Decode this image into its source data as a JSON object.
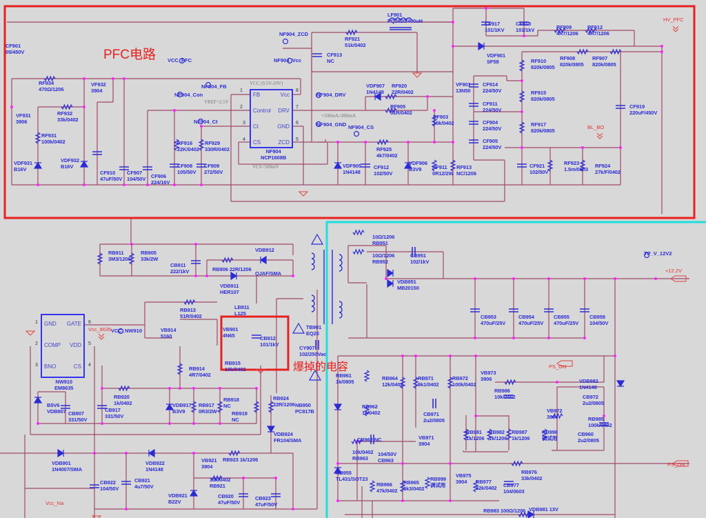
{
  "annotations": {
    "pfc_title": "PFC电路",
    "blown_cap": "爆掉的电容"
  },
  "colors": {
    "wire": "#a04868",
    "junction": "#ff22ff",
    "component": "#2b2bd6",
    "pfc_box": "#e82020",
    "secondary_box": "#22dddd",
    "netlabel": "#e83030"
  },
  "ic_pfc": {
    "ref": "NF904",
    "part": "NCP1608B",
    "pins_left": [
      "FB",
      "Control",
      "Ct",
      "CS"
    ],
    "pins_right": [
      "Vcc",
      "DRV",
      "GND",
      "ZCD"
    ],
    "pin_nums_left": [
      "1",
      "2",
      "3",
      "4"
    ],
    "pin_nums_right": [
      "8",
      "7",
      "6",
      "5"
    ]
  },
  "ic_pwm": {
    "ref": "NW910",
    "part": "EM8635",
    "pins_left": [
      "GND",
      "COMP",
      "BNO"
    ],
    "pins_right": [
      "GATE",
      "VDD",
      "CS"
    ],
    "pin_nums_left": [
      "1",
      "2",
      "3"
    ],
    "pin_nums_right": [
      "6",
      "5",
      "4"
    ]
  },
  "notes": [
    "VCC (9.5V-20V)",
    "VREF=2.5V",
    "VCS=500mV",
    "+500mA/-800mA"
  ],
  "nets": [
    "VCC_PFC",
    "NF904_FB",
    "NF904_Con",
    "NF904_Ct",
    "NF904_Vcc",
    "NF904_ZCD",
    "NF904_DRV",
    "NF904_GND",
    "NF904_CS",
    "VCC_NW910",
    "TP_V_12V2"
  ],
  "red_nets": [
    "HV_PFC",
    "BL_BO",
    "Vcc_8635",
    "Vcc_Na",
    "+12.2V",
    "PS_ON",
    "PS_ON"
  ],
  "components": [
    {
      "ref": "CF901",
      "value": "05/450V"
    },
    {
      "ref": "RF934",
      "value": "470Ω/1206"
    },
    {
      "ref": "VF932",
      "value": "3904"
    },
    {
      "ref": "VF931",
      "value": "3906"
    },
    {
      "ref": "RF932",
      "value": "33k/0402"
    },
    {
      "ref": "RF931",
      "value": "100k/0402"
    },
    {
      "ref": "VDF931",
      "value": "B16V"
    },
    {
      "ref": "VDF932",
      "value": "B16V"
    },
    {
      "ref": "CF910",
      "value": "47uF/50V"
    },
    {
      "ref": "CF907",
      "value": "104/50V"
    },
    {
      "ref": "CF906",
      "value": "224/16V"
    },
    {
      "ref": "CF908",
      "value": "105/50V"
    },
    {
      "ref": "CF909",
      "value": "272/50V"
    },
    {
      "ref": "RF916",
      "value": "22K/0402"
    },
    {
      "ref": "RF929",
      "value": "330R/0402"
    },
    {
      "ref": "RF921",
      "value": "51k/0402"
    },
    {
      "ref": "LF901",
      "value": "PQ2620/400uH"
    },
    {
      "ref": "CF913",
      "value": "NC"
    },
    {
      "ref": "CF917",
      "value": "101/1KV"
    },
    {
      "ref": "CF918",
      "value": "101/1kV"
    },
    {
      "ref": "RF909",
      "value": "4R7/1206"
    },
    {
      "ref": "RF912",
      "value": "4R7/1206"
    },
    {
      "ref": "VDF901",
      "value": "SF58"
    },
    {
      "ref": "RF910",
      "value": "820k/0805"
    },
    {
      "ref": "RF908",
      "value": "820k/0805"
    },
    {
      "ref": "RF907",
      "value": "820k/0805"
    },
    {
      "ref": "VDF907",
      "value": "1N4148"
    },
    {
      "ref": "RF920",
      "value": "22R/0402"
    },
    {
      "ref": "RF905",
      "value": "51R/0402"
    },
    {
      "ref": "VF901",
      "value": "13N50"
    },
    {
      "ref": "CF914",
      "value": "224/50V"
    },
    {
      "ref": "CF911",
      "value": "224/50V"
    },
    {
      "ref": "CF904",
      "value": "224/50V"
    },
    {
      "ref": "CF905",
      "value": "224/50V"
    },
    {
      "ref": "RF915",
      "value": "820k/0805"
    },
    {
      "ref": "RF917",
      "value": "820k/0805"
    },
    {
      "ref": "RF903",
      "value": "10k/0402"
    },
    {
      "ref": "RF925",
      "value": "4k7/0402"
    },
    {
      "ref": "VDF905",
      "value": "1N4148"
    },
    {
      "ref": "CF912",
      "value": "102/50V"
    },
    {
      "ref": "VDF906",
      "value": "B3V9"
    },
    {
      "ref": "RF911",
      "value": "0R12/2W"
    },
    {
      "ref": "RF913",
      "value": "NC/1206"
    },
    {
      "ref": "CF919",
      "value": "220uF/450V"
    },
    {
      "ref": "CF921",
      "value": "102/50V"
    },
    {
      "ref": "RF923",
      "value": "1.5m/0603"
    },
    {
      "ref": "RF924",
      "value": "27k/F/0402"
    },
    {
      "ref": "RB911",
      "value": "3M3/1206"
    },
    {
      "ref": "RB905",
      "value": "33k/2W"
    },
    {
      "ref": "CB911",
      "value": "222/1kV"
    },
    {
      "ref": "RB906 22R/1206",
      "value": ""
    },
    {
      "ref": "VDB912",
      "value": ""
    },
    {
      "ref": "QJAF/SMA",
      "value": ""
    },
    {
      "ref": "VDB911",
      "value": "HER107"
    },
    {
      "ref": "LB911",
      "value": "L125"
    },
    {
      "ref": "TB901",
      "value": "EQ25"
    },
    {
      "ref": "CY907",
      "value": "102/250Vac"
    },
    {
      "ref": "VB914",
      "value": "5160"
    },
    {
      "ref": "RB913",
      "value": "51R/0402"
    },
    {
      "ref": "VB901",
      "value": "4N65"
    },
    {
      "ref": "CB912",
      "value": "101/1kV"
    },
    {
      "ref": "RB915",
      "value": "10k/0402"
    },
    {
      "ref": "RB914",
      "value": "4R7/0402"
    },
    {
      "ref": "RB920",
      "value": "1k/0402"
    },
    {
      "ref": "CB917",
      "value": "331/50V"
    },
    {
      "ref": "B5V6",
      "value": "VDB907"
    },
    {
      "ref": "CB907",
      "value": "331/50V"
    },
    {
      "ref": "VDB917",
      "value": "B3V9"
    },
    {
      "ref": "RB917",
      "value": "0R3/2W"
    },
    {
      "ref": "RB918",
      "value": "NC"
    },
    {
      "ref": "RB919",
      "value": "NC"
    },
    {
      "ref": "RB924",
      "value": "22R/1206"
    },
    {
      "ref": "NB950",
      "value": "PC817B"
    },
    {
      "ref": "VDB924",
      "value": "FR104/SMA"
    },
    {
      "ref": "VDB901",
      "value": "1N4007/SMA"
    },
    {
      "ref": "VDB922",
      "value": "1N4148"
    },
    {
      "ref": "VB921",
      "value": "3904"
    },
    {
      "ref": "RB923  1k/1206",
      "value": ""
    },
    {
      "ref": "CB922",
      "value": "104/50V"
    },
    {
      "ref": "CB921",
      "value": "4u7/50V"
    },
    {
      "ref": "33k/0402",
      "value": "RB921"
    },
    {
      "ref": "VDB921",
      "value": "B22V"
    },
    {
      "ref": "CB920",
      "value": "47uF/50V"
    },
    {
      "ref": "CB923",
      "value": "47uF/50V"
    },
    {
      "ref": "10Ω/1206",
      "value": "RB951"
    },
    {
      "ref": "10Ω/1206",
      "value": "RB952"
    },
    {
      "ref": "CB951",
      "value": "102/1kV"
    },
    {
      "ref": "VDB951",
      "value": "MB20150"
    },
    {
      "ref": "CB953",
      "value": "470uF/25V"
    },
    {
      "ref": "CB954",
      "value": "470uF/25V"
    },
    {
      "ref": "CB955",
      "value": "470uF/25V"
    },
    {
      "ref": "CB959",
      "value": "104/50V"
    },
    {
      "ref": "RB961",
      "value": "1k/0805"
    },
    {
      "ref": "RB964",
      "value": "12k/0402"
    },
    {
      "ref": "RB971",
      "value": "9k1/0402"
    },
    {
      "ref": "RB972",
      "value": "100k/0402"
    },
    {
      "ref": "VB973",
      "value": "3906"
    },
    {
      "ref": "RB986",
      "value": "10k/0402"
    },
    {
      "ref": "VDB982",
      "value": "1N4148"
    },
    {
      "ref": "CB972",
      "value": "2u2/0805"
    },
    {
      "ref": "VB972",
      "value": "3904"
    },
    {
      "ref": "RB985",
      "value": "100k/0402"
    },
    {
      "ref": "CB960",
      "value": "2u2/0805"
    },
    {
      "ref": "RB962",
      "value": "1k/0402"
    },
    {
      "ref": "CB971",
      "value": "2u2/0805"
    },
    {
      "ref": "VB971",
      "value": "3904"
    },
    {
      "ref": "CB962   NC",
      "value": ""
    },
    {
      "ref": "10k/0402",
      "value": "RB963"
    },
    {
      "ref": "104/50V",
      "value": "CB963"
    },
    {
      "ref": "RB981",
      "value": "1k/1206"
    },
    {
      "ref": "RB982",
      "value": "1k/1206"
    },
    {
      "ref": "RB987",
      "value": "1k/1206"
    },
    {
      "ref": "RB998",
      "value": "调试用"
    },
    {
      "ref": "NB955",
      "value": "TL431/SOT23"
    },
    {
      "ref": "RB966",
      "value": "47k/0402"
    },
    {
      "ref": "RB965",
      "value": "3k3/0402"
    },
    {
      "ref": "RB999",
      "value": "调试用"
    },
    {
      "ref": "VB975",
      "value": "3904"
    },
    {
      "ref": "RB977",
      "value": "22k/0402"
    },
    {
      "ref": "CB977",
      "value": "104/0603"
    },
    {
      "ref": "RB976",
      "value": "33k/0402"
    },
    {
      "ref": "RB983  100Ω/1206",
      "value": ""
    },
    {
      "ref": "VDB981   13V",
      "value": ""
    }
  ]
}
